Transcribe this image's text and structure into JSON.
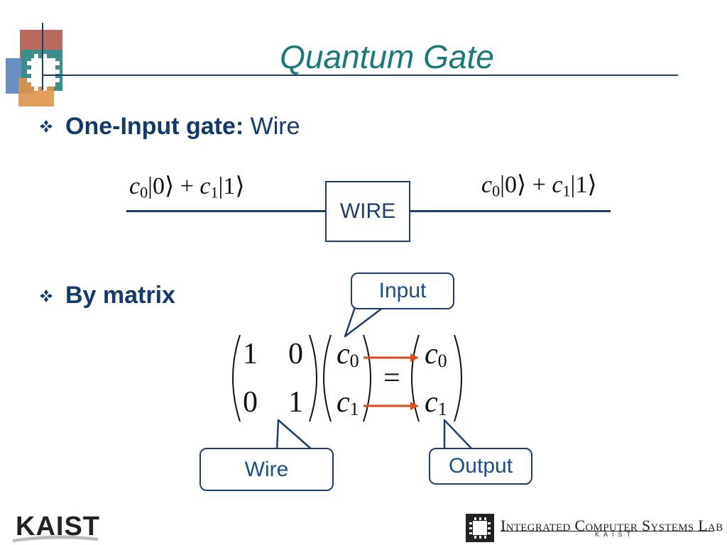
{
  "title": "Quantum Gate",
  "bullets": [
    {
      "bold": "One-Input gate:",
      "normal": " Wire"
    },
    {
      "bold": "By matrix",
      "normal": ""
    }
  ],
  "state": {
    "c": "c",
    "sub0": "0",
    "sub1": "1",
    "ket0": "0",
    "ket1": "1",
    "plus": "+"
  },
  "wire_box_label": "WIRE",
  "callouts": {
    "input": "Input",
    "wire": "Wire",
    "output": "Output"
  },
  "matrix": {
    "m11": "1",
    "m12": "0",
    "m21": "0",
    "m22": "1",
    "v_var": "c",
    "v_sub0": "0",
    "v_sub1": "1",
    "equals": "="
  },
  "footer": {
    "kaist": "KAIST",
    "lab": "Integrated Computer Systems Lab",
    "lab_sub": "KAIST"
  },
  "colors": {
    "title": "#1a7a7a",
    "bullet_text": "#133a6c",
    "line": "#1c3f6e",
    "arrow": "#e04a1c"
  }
}
